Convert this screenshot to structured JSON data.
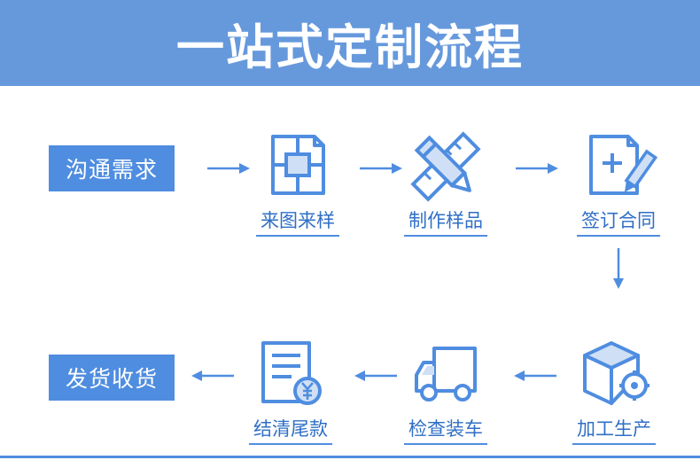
{
  "title": "一站式定制流程",
  "colors": {
    "banner": "#6699dc",
    "accent": "#4f8de0",
    "text_blue": "#2f6fc6"
  },
  "start_label": "沟通需求",
  "end_label": "发货收货",
  "steps": [
    {
      "label": "来图来样",
      "icon": "blueprint-icon"
    },
    {
      "label": "制作样品",
      "icon": "pencil-ruler-icon"
    },
    {
      "label": "签订合同",
      "icon": "contract-pen-icon"
    },
    {
      "label": "加工生产",
      "icon": "box-gear-icon"
    },
    {
      "label": "检查装车",
      "icon": "truck-icon"
    },
    {
      "label": "结清尾款",
      "icon": "invoice-yuan-icon"
    }
  ]
}
